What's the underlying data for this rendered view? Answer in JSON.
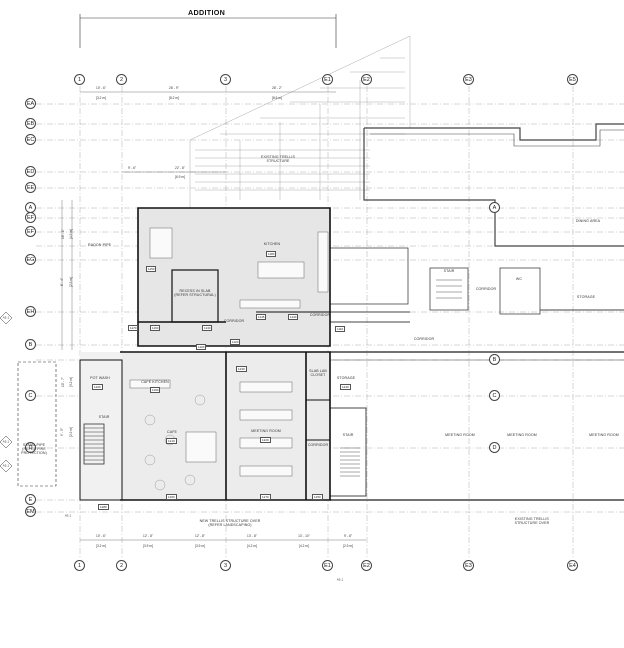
{
  "title": "ADDITION",
  "grid_top": [
    "1",
    "2",
    "3",
    "E1",
    "E2",
    "E3",
    "E5"
  ],
  "grid_bottom": [
    "1",
    "2",
    "3",
    "E1",
    "E2",
    "E3",
    "E4"
  ],
  "grid_left": [
    "EA",
    "EB",
    "EC",
    "ED",
    "EE",
    "A",
    "EF",
    "EF",
    "EG",
    "EH",
    "B",
    "C",
    "D",
    "E",
    "EM"
  ],
  "rooms": {
    "kitchen": "KITCHEN",
    "recess": "RECESS IN SLAB\n(REFER STRUCTURAL)",
    "cafe_kitchen": "CAFE KITCHEN",
    "pot_wash": "POT WASH",
    "cafe": "CAFE",
    "meeting_room_main": "MEETING ROOM",
    "stair_left": "STAIR",
    "storage_mid": "STORAGE",
    "slab_closet": "SLAB LAB\nCLOSET",
    "corridor_mid": "CORRIDOR",
    "corridor_top": "CORRIDOR",
    "stair_mid": "STAIR",
    "corridor_vert": "CORRIDOR",
    "corridor_right": "CORRIDOR",
    "dining": "DINING AREA",
    "storage_right": "STORAGE",
    "stair_right": "STAIR",
    "meeting_1": "MEETING ROOM",
    "meeting_2": "MEETING ROOM",
    "meeting_3": "MEETING ROOM",
    "wc": "WC",
    "corridor_low": "CORRIDOR"
  },
  "notes": {
    "existing_trellis": "EXISTING TRELLIS\nSTRUCTURE",
    "radon_pipe": "RADON PIPE",
    "stand_pipe": "STAND-PIPE\n(REFER FIRE\nPROTECTION)",
    "new_trellis": "NEW TRELLIS STRUCTURE OVER\n(REFER LANDSCAPING)",
    "existing_trellis_over": "EXISTING TRELLIS\nSTRUCTURE OVER"
  },
  "room_numbers": [
    "1180",
    "1150",
    "1160",
    "1170",
    "1140",
    "1145",
    "1130",
    "1120",
    "1110",
    "1100",
    "1190",
    "1200",
    "1210",
    "1220",
    "1230",
    "1240",
    "1250",
    "1260",
    "1270",
    "1280"
  ],
  "top_dims": [
    "10' - 6\"",
    "[3.2 m]",
    "26' - 9\"",
    "[8.2 m]",
    "28' - 2\"",
    "[8.6 m]",
    "9' - 6\"",
    "22' - 8\"",
    "[6.9 m]"
  ],
  "bottom_dims": [
    "10' - 6\"",
    "[3.2 m]",
    "12' - 8\"",
    "[3.9 m]",
    "12' - 8\"",
    "[3.9 m]",
    "13' - 8\"",
    "[4.2 m]",
    "13' - 10\"",
    "[4.2 m]",
    "9' - 8\"",
    "[2.9 m]"
  ],
  "left_dims": [
    "16' - 1\"",
    "[4.9 m]",
    "8' - 4\"",
    "[2.5 m]",
    "10' - 7\"",
    "[3.2 m]",
    "9' - 5\"",
    "[2.9 m]"
  ],
  "section_marks": [
    "A5.1",
    "A5.1",
    "A5.1",
    "A5.1",
    "A5.1"
  ]
}
